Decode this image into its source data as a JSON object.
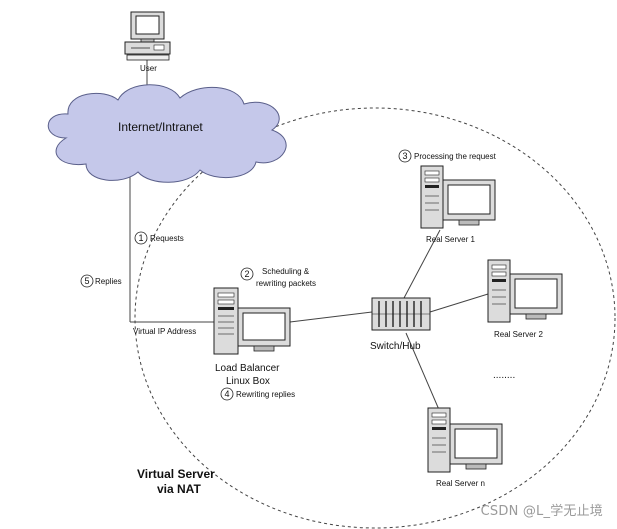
{
  "colors": {
    "cloud_fill": "#c5c8ea",
    "cloud_stroke": "#5a5f8a",
    "line": "#444444",
    "monitor_screen": "#ffffff",
    "device_body": "#dcdcdc"
  },
  "labels": {
    "user": "User",
    "internet": "Internet/Intranet",
    "virtual_ip": "Virtual IP Address",
    "load_balancer_line1": "Load Balancer",
    "load_balancer_line2": "Linux Box",
    "switch": "Switch/Hub",
    "real_server_1": "Real Server 1",
    "real_server_2": "Real Server 2",
    "real_server_n": "Real Server n",
    "ellipsis": "........",
    "title_line1": "Virtual Server",
    "title_line2": "via NAT"
  },
  "steps": [
    {
      "num": "1",
      "text": "Requests"
    },
    {
      "num": "2",
      "text_line1": "Scheduling &",
      "text_line2": "rewriting packets"
    },
    {
      "num": "3",
      "text": "Processing the request"
    },
    {
      "num": "4",
      "text": "Rewriting replies"
    },
    {
      "num": "5",
      "text": "Replies"
    }
  ],
  "watermark": "CSDN @L_学无止境"
}
